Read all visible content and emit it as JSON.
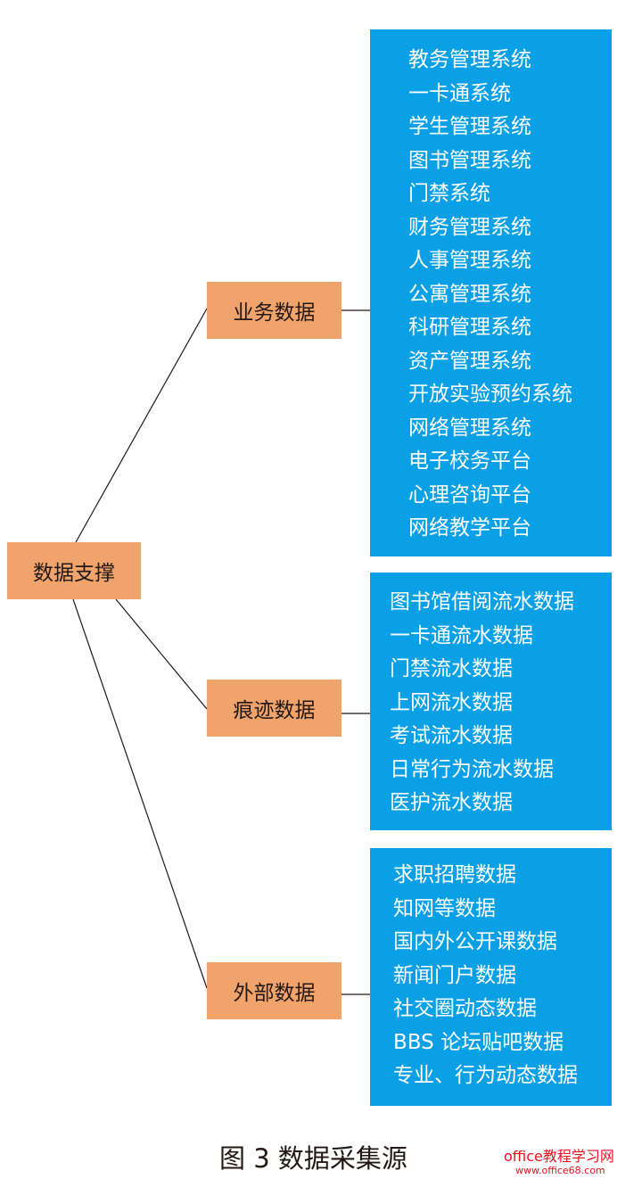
{
  "root": "数据支撑",
  "branches": [
    {
      "label": "业务数据",
      "items": [
        "教务管理系统",
        "一卡通系统",
        "学生管理系统",
        "图书管理系统",
        "门禁系统",
        "财务管理系统",
        "人事管理系统",
        "公寓管理系统",
        "科研管理系统",
        "资产管理系统",
        "开放实验预约系统",
        "网络管理系统",
        "电子校务平台",
        "心理咨询平台",
        "网络教学平台"
      ]
    },
    {
      "label": "痕迹数据",
      "items": [
        "图书馆借阅流水数据",
        "一卡通流水数据",
        "门禁流水数据",
        "上网流水数据",
        "考试流水数据",
        "日常行为流水数据",
        "医护流水数据"
      ]
    },
    {
      "label": "外部数据",
      "items": [
        "求职招聘数据",
        "知网等数据",
        "国内外公开课数据",
        "新闻门户数据",
        "社交圈动态数据",
        "BBS 论坛贴吧数据",
        "专业、行为动态数据"
      ]
    }
  ],
  "caption": "图 3  数据采集源",
  "watermark": {
    "title": "office教程学习网",
    "url": "www.office68.com"
  },
  "colors": {
    "node": "#f0a46c",
    "list": "#0aa0e6"
  }
}
